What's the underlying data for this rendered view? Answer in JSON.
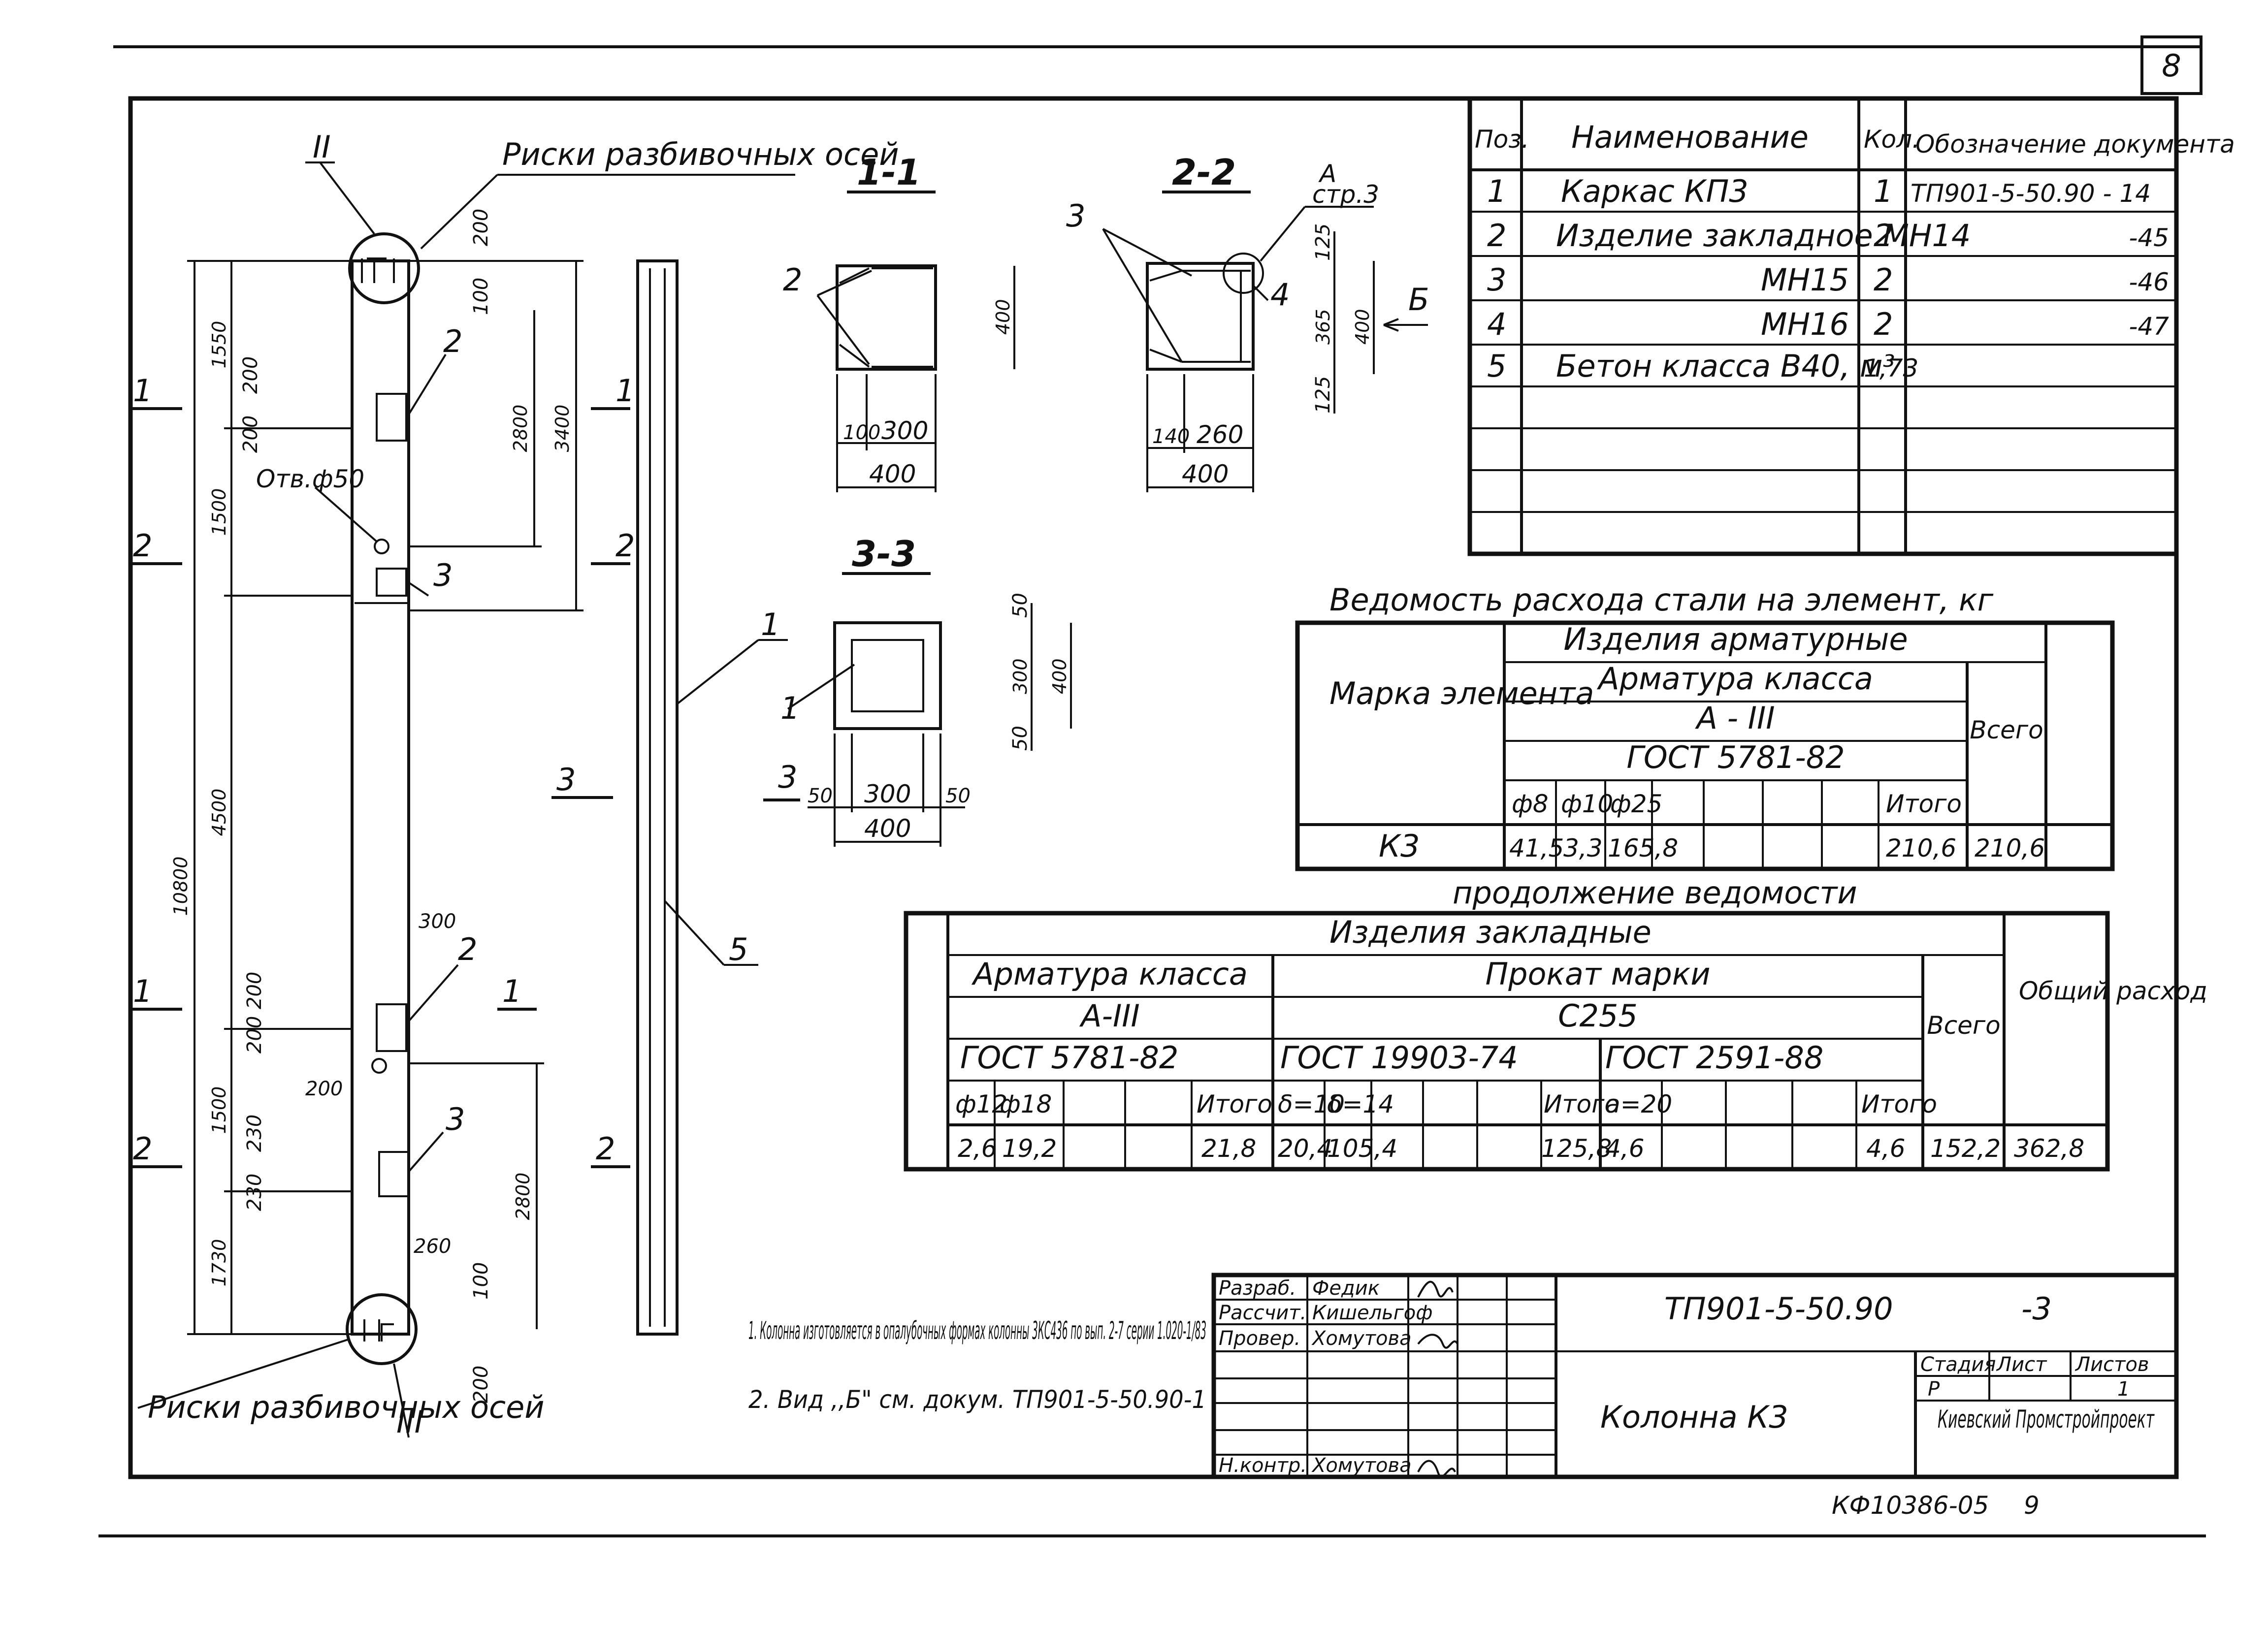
{
  "sheet": {
    "page_number": "8",
    "bottom_code": "КФ10386-05",
    "bottom_number": "9"
  },
  "drawing": {
    "axis_marks_top": "Риски разбивочных осей",
    "axis_marks_bottom": "Риски разбивочных осей",
    "node_top": "II",
    "node_bottom": "III",
    "hole_label": "Отв.ф50",
    "dims_left": [
      "10800",
      "1550",
      "1500",
      "4500",
      "1500",
      "1730"
    ],
    "dims_right": [
      "3400",
      "2800",
      "2800"
    ],
    "dims_small": [
      "200",
      "200",
      "200",
      "100",
      "300",
      "200",
      "200",
      "230",
      "230",
      "260",
      "100",
      "200"
    ],
    "callouts": [
      "2",
      "3",
      "2",
      "3",
      "1",
      "5"
    ],
    "cut_marks": [
      "1",
      "2",
      "1",
      "2",
      "3",
      "1",
      "2",
      "1",
      "2"
    ],
    "section_1_1": {
      "title": "1-1",
      "dims": [
        "100",
        "300",
        "400",
        "400"
      ],
      "callout": "2"
    },
    "section_2_2": {
      "title": "2-2",
      "dims": [
        "140",
        "260",
        "400",
        "125",
        "365",
        "400",
        "125"
      ],
      "callout": "3",
      "callout2": "4",
      "ref": "А",
      "ref_page": "стр.3",
      "view": "Б"
    },
    "section_3_3": {
      "title": "3-3",
      "dims": [
        "50",
        "300",
        "50",
        "400",
        "50",
        "300",
        "50",
        "400"
      ],
      "callout": "1",
      "cut": "3"
    }
  },
  "spec_table": {
    "headers": [
      "Поз.",
      "Наименование",
      "Кол.",
      "Обозначение документа"
    ],
    "rows": [
      [
        "1",
        "Каркас КП3",
        "1",
        "ТП901-5-50.90 - 14"
      ],
      [
        "2",
        "Изделие закладное МН14",
        "2",
        "-45"
      ],
      [
        "3",
        "МН15",
        "2",
        "-46"
      ],
      [
        "4",
        "МН16",
        "2",
        "-47"
      ],
      [
        "5",
        "Бетон класса В40, м³",
        "1,73",
        ""
      ]
    ]
  },
  "steel_table": {
    "title": "Ведомость расхода стали на элемент, кг",
    "mark_header": "Марка элемента",
    "group": "Изделия арматурные",
    "class_header": "Арматура класса",
    "class": "А - III",
    "gost": "ГОСТ 5781-82",
    "total_header": "Всего",
    "cols": [
      "ф8",
      "ф10",
      "ф25",
      "",
      "",
      "",
      "Итого"
    ],
    "row": {
      "mark": "К3",
      "values": [
        "41,5",
        "3,3",
        "165,8",
        "",
        "",
        "",
        "210,6"
      ],
      "total": "210,6"
    }
  },
  "steel_table2": {
    "title": "продолжение ведомости",
    "group": "Изделия закладные",
    "rebar_class_header": "Арматура класса",
    "rebar_class": "А-III",
    "rebar_gost": "ГОСТ 5781-82",
    "rolled_header": "Прокат марки",
    "rolled_mark": "С255",
    "gost1": "ГОСТ 19903-74",
    "gost2": "ГОСТ 2591-88",
    "total_header": "Всего",
    "grand_header": "Общий расход",
    "cols": [
      "ф12",
      "ф18",
      "",
      "",
      "Итого",
      "δ=10",
      "δ=14",
      "",
      "",
      "Итого",
      "а=20",
      "",
      "",
      "",
      "Итого"
    ],
    "values": [
      "2,6",
      "19,2",
      "",
      "",
      "21,8",
      "20,4",
      "105,4",
      "",
      "",
      "125,8",
      "4,6",
      "",
      "",
      "",
      "4,6"
    ],
    "total": "152,2",
    "grand": "362,8"
  },
  "notes": [
    "1. Колонна изготовляется в опалубочных формах колонны 3КС436 по вып. 2-7 серии 1.020-1/83",
    "2. Вид ,,Б\" см. докум. ТП901-5-50.90-1"
  ],
  "title_block": {
    "roles": [
      "Разраб.",
      "Рассчит.",
      "Провер.",
      "Н.контр."
    ],
    "names": [
      "Федик",
      "Кишельгоф",
      "Хомутова",
      "Хомутова"
    ],
    "doc_code": "ТП901-5-50.90",
    "sheet_suffix": "-3",
    "element_name": "Колонна К3",
    "stage_header": "Стадия",
    "sheet_header": "Лист",
    "sheets_header": "Листов",
    "stage": "Р",
    "sheets": "1",
    "org": "Киевский Промстройпроект"
  }
}
